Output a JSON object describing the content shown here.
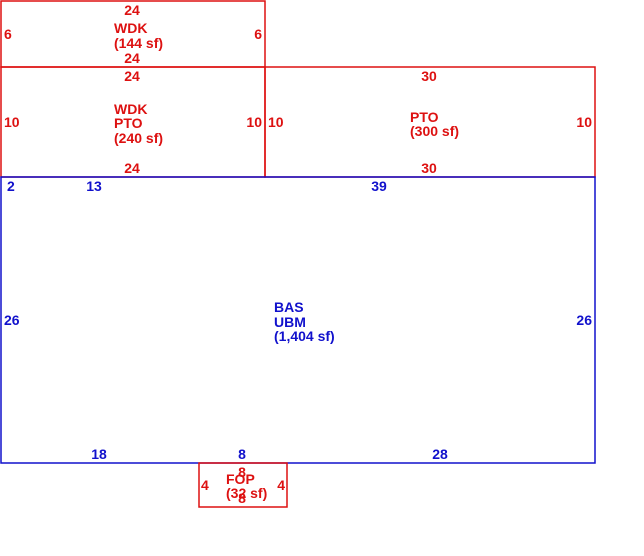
{
  "colors": {
    "red": "#dd1111",
    "blue": "#1111cc"
  },
  "areas": {
    "wdk_top": {
      "label_lines": [
        "WDK",
        "(144 sf)"
      ],
      "dims": {
        "top": "24",
        "bottom": "24",
        "left": "6",
        "right": "6"
      }
    },
    "wdk_pto": {
      "label_lines": [
        "WDK",
        "PTO",
        "(240 sf)"
      ],
      "dims": {
        "top": "24",
        "bottom": "24",
        "left": "10",
        "right": "10"
      }
    },
    "pto": {
      "label_lines": [
        "PTO",
        "(300 sf)"
      ],
      "dims": {
        "top": "30",
        "bottom": "30",
        "left": "10",
        "right": "10"
      }
    },
    "bas": {
      "label_lines": [
        "BAS",
        "UBM",
        "(1,404 sf)"
      ],
      "dims": {
        "top_left": "2",
        "top_segment_1": "13",
        "top_segment_2": "39",
        "left": "26",
        "right": "26",
        "bottom_segment_1": "18",
        "bottom_segment_2": "8",
        "bottom_segment_3": "28"
      }
    },
    "fop": {
      "label_lines": [
        "FOP",
        "(32 sf)"
      ],
      "dims": {
        "top": "8",
        "bottom": "8",
        "left": "4",
        "right": "4"
      }
    }
  }
}
